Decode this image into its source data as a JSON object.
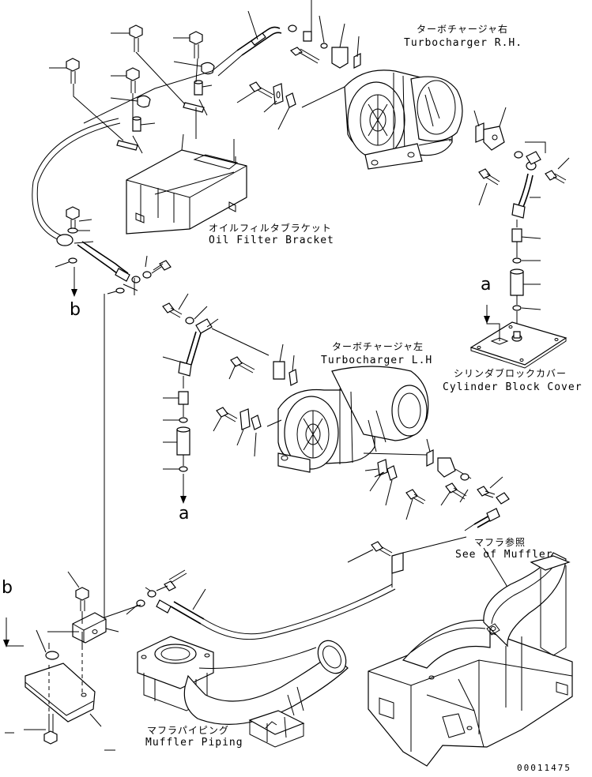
{
  "labels": {
    "turbo_rh_jp": "ターボチャージャ右",
    "turbo_rh_en": "Turbocharger R.H.",
    "oil_filter_jp": "オイルフィルタブラケット",
    "oil_filter_en": "Oil Filter Bracket",
    "turbo_lh_jp": "ターボチャージャ左",
    "turbo_lh_en": "Turbocharger L.H",
    "cyl_cover_jp": "シリンダブロックカバー",
    "cyl_cover_en": "Cylinder Block Cover",
    "muffler_ref_jp": "マフラ参照",
    "muffler_ref_en": "See of Muffler",
    "muffler_pipe_jp": "マフラパイピング",
    "muffler_pipe_en": "Muffler Piping"
  },
  "refs": {
    "b_top": "b",
    "a_right": "a",
    "a_mid": "a",
    "b_left": "b"
  },
  "drawing_number": "00011475"
}
